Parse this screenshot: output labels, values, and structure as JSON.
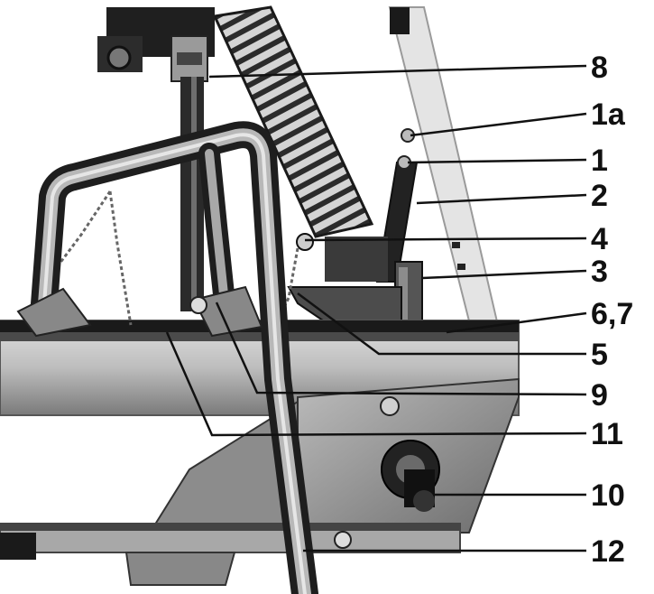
{
  "colors": {
    "background": "#ffffff",
    "metal_light": "#c9c9c9",
    "metal_mid": "#8a8a8a",
    "metal_dark": "#3a3a3a",
    "shadow": "#111111",
    "leader": "#111111"
  },
  "callouts": [
    {
      "id": "8",
      "label": "8"
    },
    {
      "id": "1a",
      "label": "1a"
    },
    {
      "id": "1",
      "label": "1"
    },
    {
      "id": "2",
      "label": "2"
    },
    {
      "id": "4",
      "label": "4"
    },
    {
      "id": "3",
      "label": "3"
    },
    {
      "id": "6-7",
      "label": "6,7"
    },
    {
      "id": "5",
      "label": "5"
    },
    {
      "id": "9",
      "label": "9"
    },
    {
      "id": "11",
      "label": "11"
    },
    {
      "id": "10",
      "label": "10"
    },
    {
      "id": "12",
      "label": "12"
    }
  ]
}
